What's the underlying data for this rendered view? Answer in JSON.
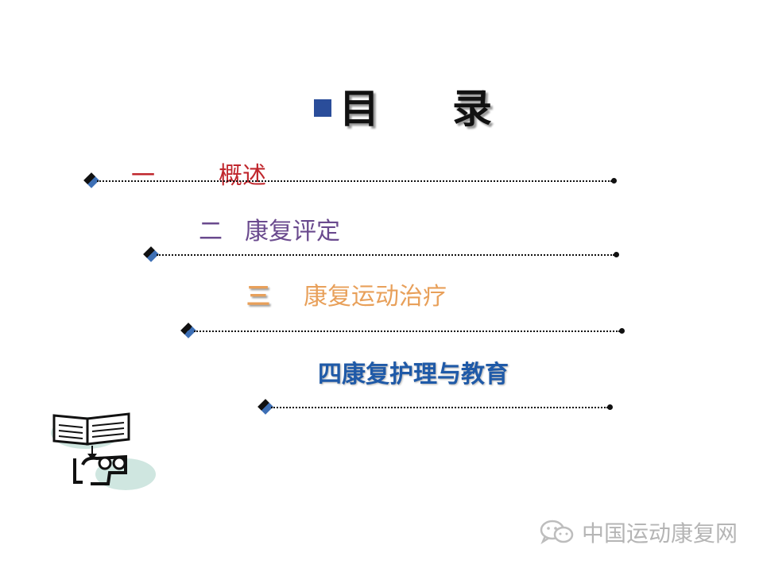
{
  "title": {
    "char1": "目",
    "char2": "录"
  },
  "entries": [
    {
      "num": "一",
      "label": "概述"
    },
    {
      "num": "二",
      "label": "康复评定"
    },
    {
      "num": "三",
      "label": "康复运动治疗"
    },
    {
      "num": "四",
      "label": "康复护理与教育"
    }
  ],
  "watermark": {
    "text": "中国运动康复网"
  },
  "colors": {
    "title_bullet": "#2a4d9a",
    "entry1": "#c0272d",
    "entry2": "#6a4a8e",
    "entry3": "#e8a05a",
    "entry4": "#1f5aa8"
  },
  "icons": {
    "clipart": "book-and-person-icon",
    "watermark": "wechat-icon"
  }
}
